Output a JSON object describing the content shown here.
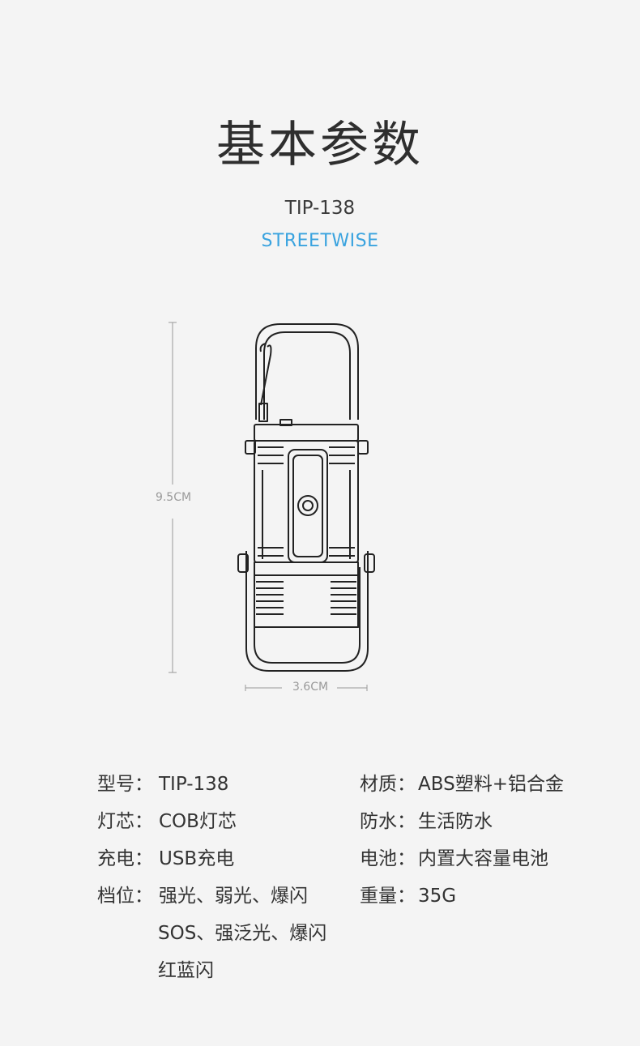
{
  "title": "基本参数",
  "model": "TIP-138",
  "brand": "STREETWISE",
  "dimensions": {
    "height": "9.5CM",
    "width": "3.6CM"
  },
  "specs_left": [
    {
      "label": "型号：",
      "value": "TIP-138"
    },
    {
      "label": "灯芯：",
      "value": "COB灯芯"
    },
    {
      "label": "充电：",
      "value": "USB充电"
    },
    {
      "label": "档位：",
      "value": "强光、弱光、爆闪"
    }
  ],
  "modes_continued": [
    "SOS、强泛光、爆闪",
    "红蓝闪"
  ],
  "specs_right": [
    {
      "label": "材质：",
      "value": "ABS塑料+铝合金"
    },
    {
      "label": "防水：",
      "value": "生活防水"
    },
    {
      "label": "电池：",
      "value": "内置大容量电池"
    },
    {
      "label": "重量：",
      "value": "35G"
    }
  ],
  "colors": {
    "accent": "#3aa3df",
    "background": "#f4f4f4",
    "text": "#333333",
    "line": "#222222"
  }
}
